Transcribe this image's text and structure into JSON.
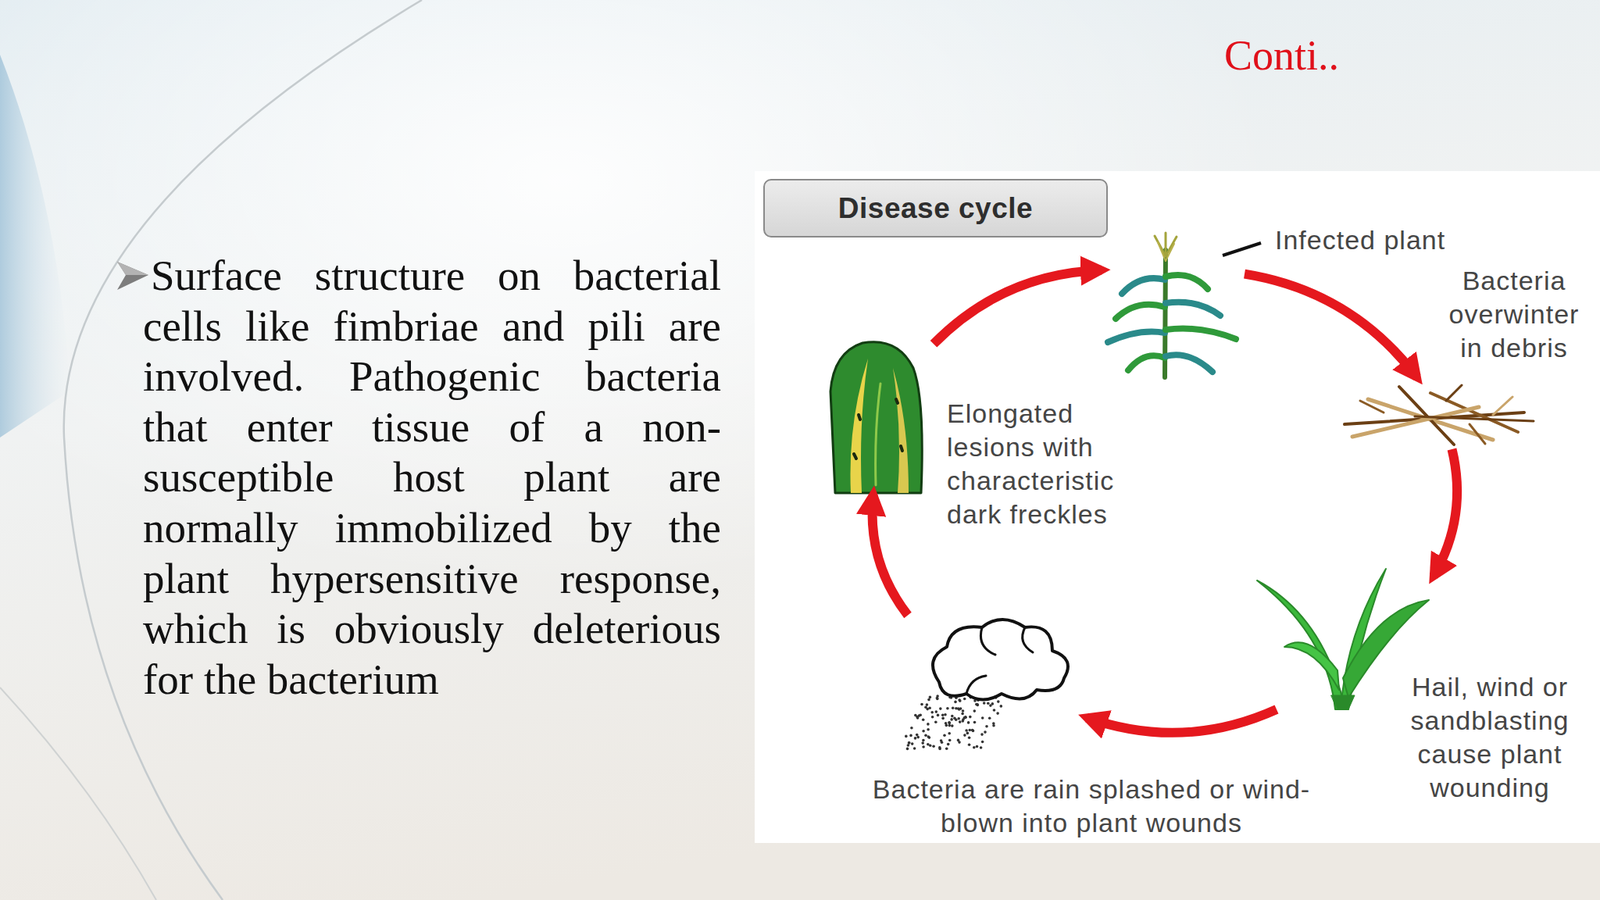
{
  "diagram": {
    "nodes": [
      {
        "text": [
          "Disease cycle"
        ]
      },
      {
        "text": [
          "Infected plant"
        ]
      },
      {
        "text": [
          "Bacteria overwinter in debris"
        ]
      },
      {
        "text": [
          "Hail, wind or sandblasting cause plant wounding"
        ]
      },
      {
        "text": [
          "Bacteria are rain splashed or wind-blown into plant wounds"
        ]
      },
      {
        "text": [
          "Elongated lesions with characteristic dark freckles"
        ]
      }
    ],
    "edges": [
      {
        "from": 1,
        "to": 2,
        "arrow": "to"
      },
      {
        "from": 2,
        "to": 3,
        "arrow": "to"
      },
      {
        "from": 3,
        "to": 4,
        "arrow": "to"
      },
      {
        "from": 4,
        "to": 5,
        "arrow": "to"
      },
      {
        "from": 5,
        "to": 1,
        "arrow": "to"
      }
    ],
    "labels": [
      "Conti..",
      "Surface structure on bacterial cells like fimbriae and pili are involved. Pathogenic bacteria that enter tissue of a non-susceptible host plant are normally immobilized by the plant hypersensitive response, which is obviously deleterious for the bacterium"
    ]
  }
}
